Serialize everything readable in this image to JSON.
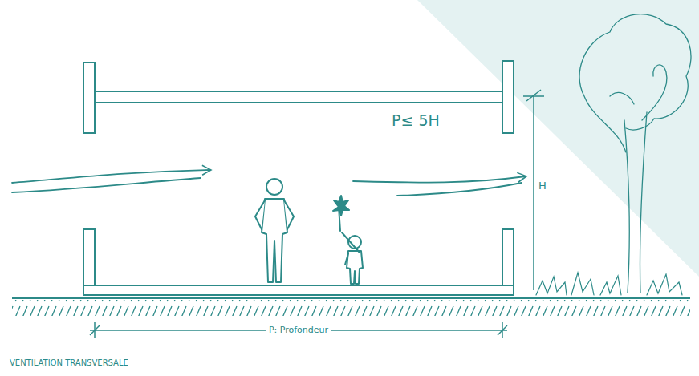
{
  "diagram": {
    "caption": "VENTILATION TRANSVERSALE",
    "labels": [
      "P≤ 5H",
      "H",
      "P: Profondeur"
    ]
  }
}
